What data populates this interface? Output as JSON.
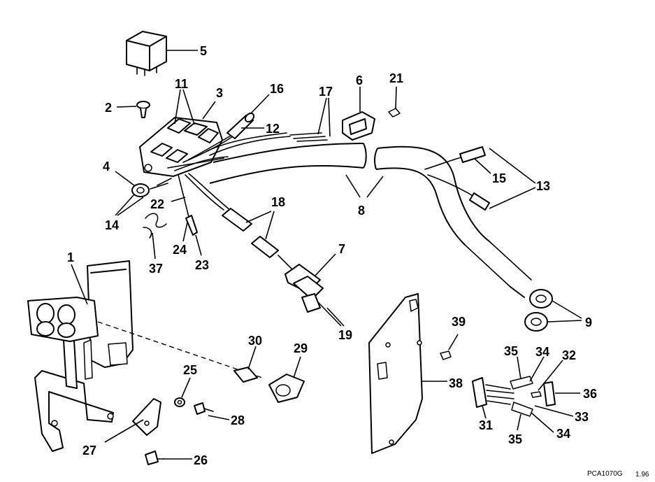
{
  "diagram": {
    "callouts": {
      "c1": "1",
      "c2": "2",
      "c3": "3",
      "c4": "4",
      "c5": "5",
      "c6": "6",
      "c7": "7",
      "c8": "8",
      "c9": "9",
      "c11": "11",
      "c12": "12",
      "c13": "13",
      "c14": "14",
      "c15": "15",
      "c16": "16",
      "c17": "17",
      "c18": "18",
      "c19": "19",
      "c21": "21",
      "c22": "22",
      "c23": "23",
      "c24": "24",
      "c25": "25",
      "c26": "26",
      "c27": "27",
      "c28": "28",
      "c29": "29",
      "c30": "30",
      "c31": "31",
      "c32": "32",
      "c33": "33",
      "c34a": "34",
      "c34b": "34",
      "c35a": "35",
      "c35b": "35",
      "c36": "36",
      "c37": "37",
      "c38": "38",
      "c39": "39"
    },
    "reference_code": "PCA1070G",
    "revision": "1.96"
  }
}
